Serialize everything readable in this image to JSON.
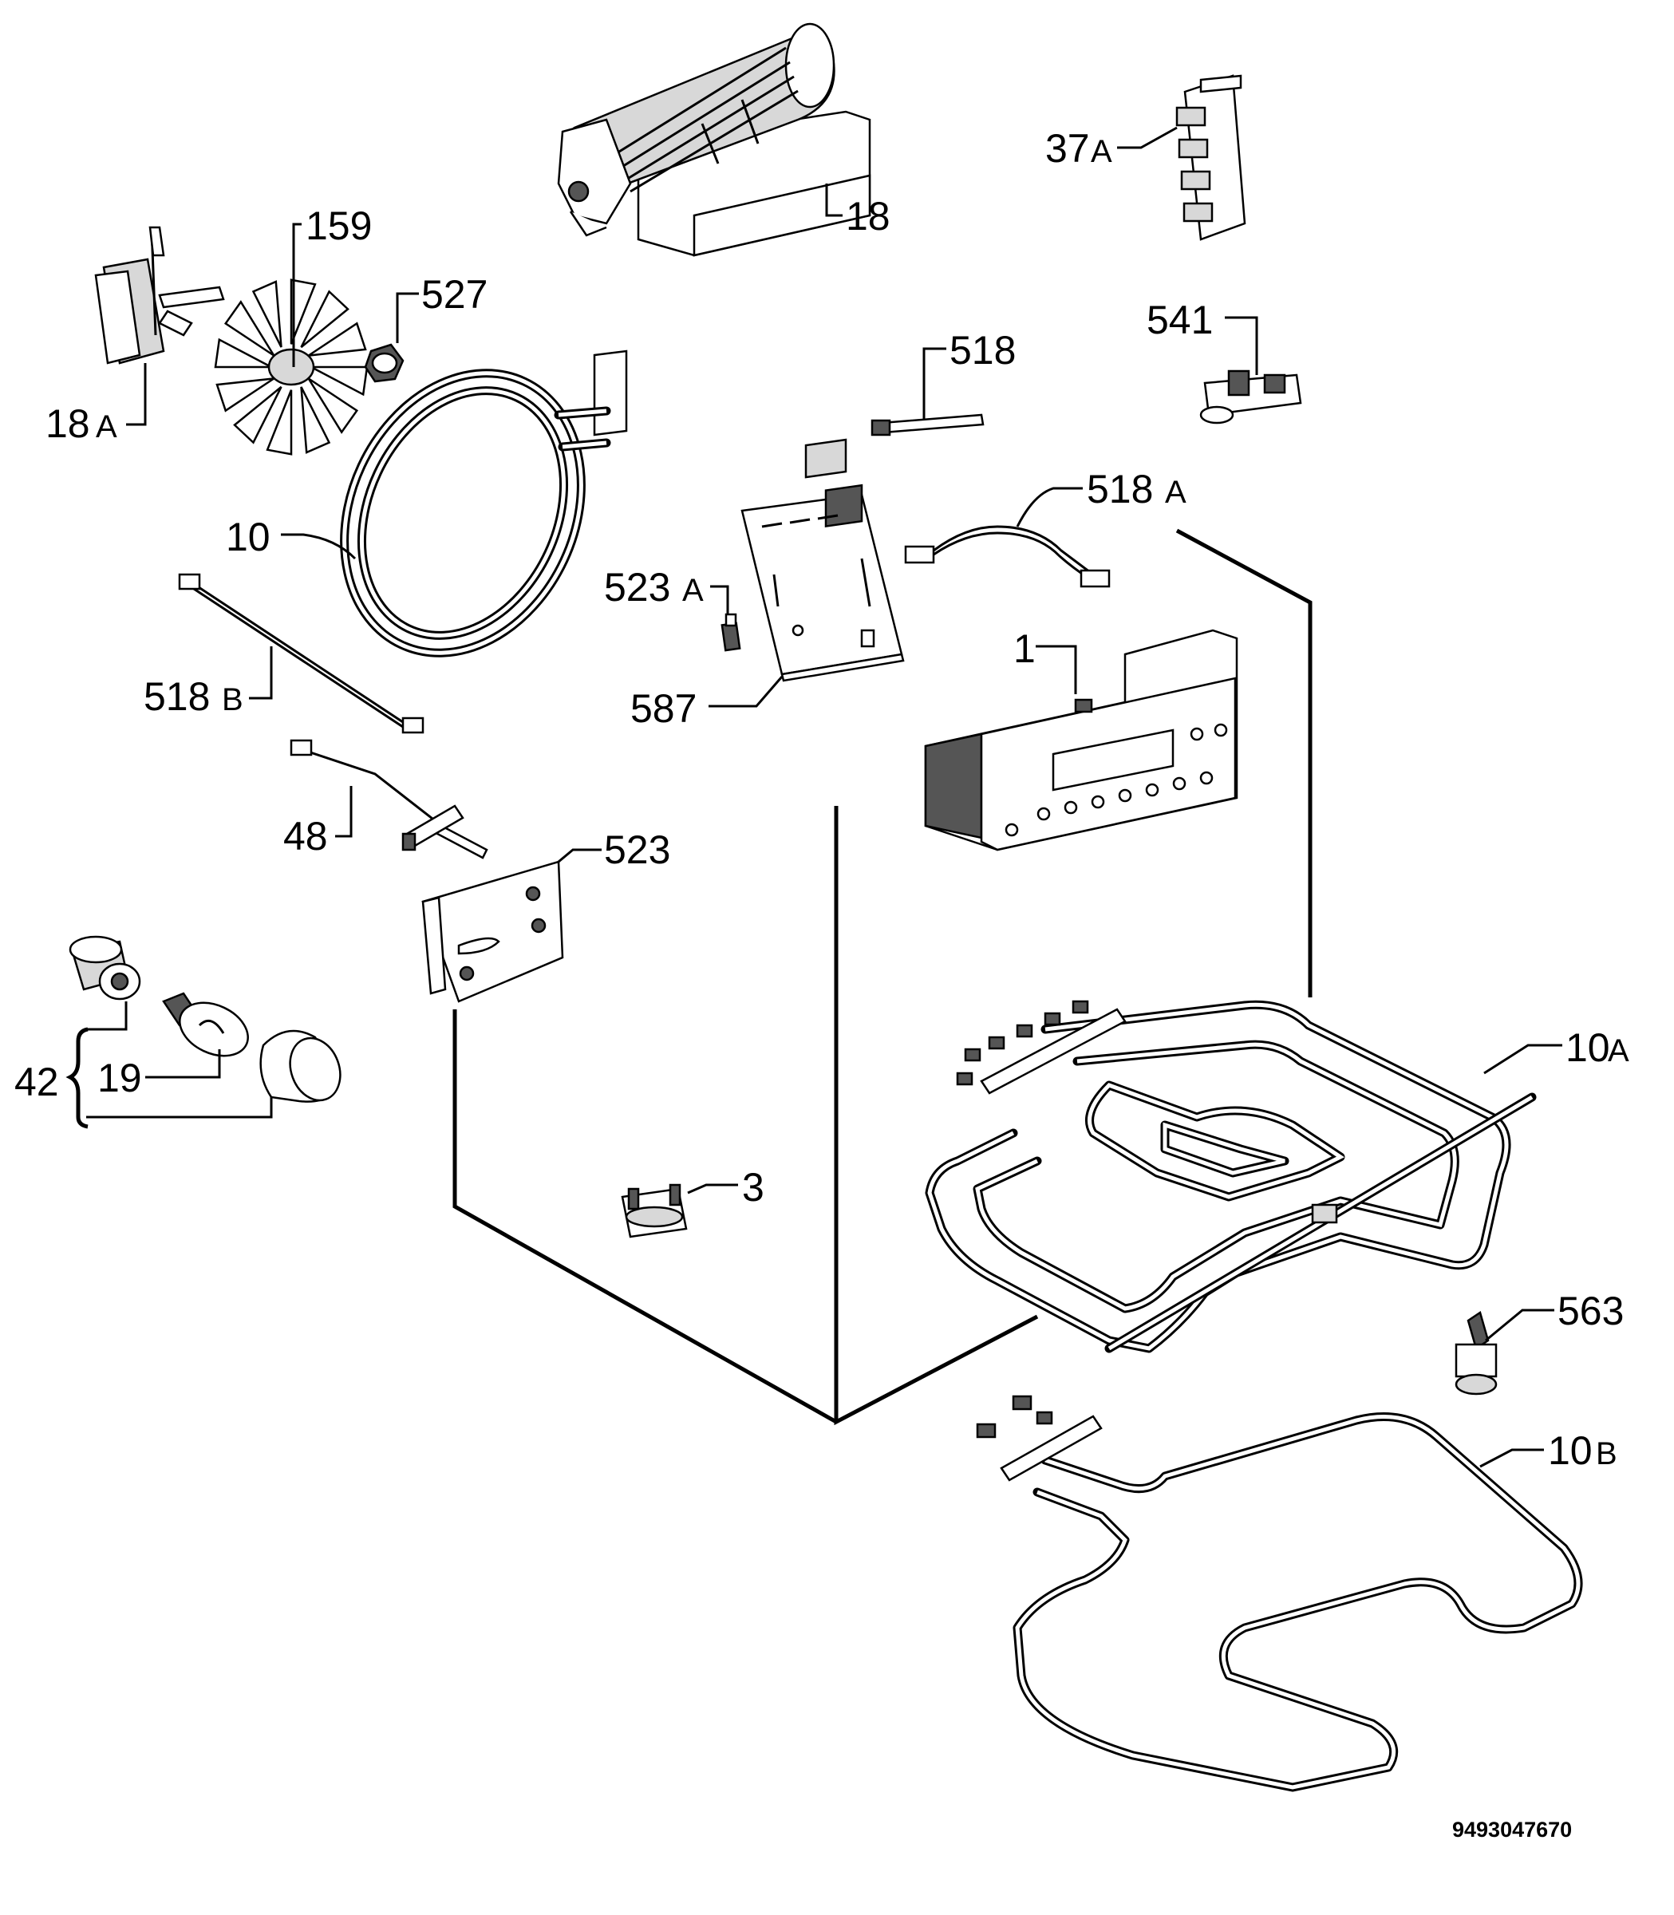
{
  "labels": {
    "p18": "18",
    "p37a_num": "37",
    "p37a_suf": "A",
    "p159": "159",
    "p527": "527",
    "p18a_num": "18",
    "p18a_suf": "A",
    "p541": "541",
    "p518": "518",
    "p518a_num": "518",
    "p518a_suf": "A",
    "p10": "10",
    "p523a_num": "523",
    "p523a_suf": "A",
    "p1": "1",
    "p518b_num": "518",
    "p518b_suf": "B",
    "p587": "587",
    "p48": "48",
    "p523": "523",
    "p42": "42",
    "p19": "19",
    "p3": "3",
    "p10a_num": "10",
    "p10a_suf": "A",
    "p563": "563",
    "p10b_num": "10",
    "p10b_suf": "B"
  },
  "document_number": "9493047670"
}
